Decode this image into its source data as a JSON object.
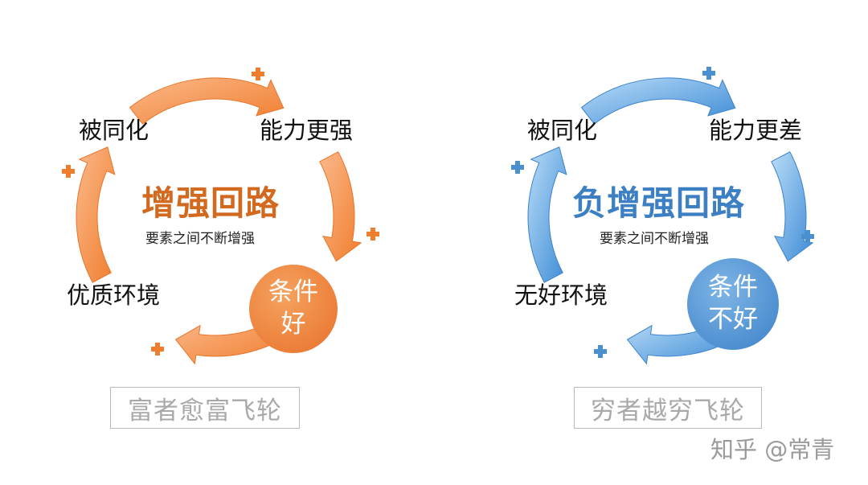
{
  "left_cycle": {
    "node_top_left": "被同化",
    "node_top_right": "能力更强",
    "node_bottom_left": "优质环境",
    "center_title": "增强回路",
    "center_subtitle": "要素之间不断增强",
    "circle_line1": "条件",
    "circle_line2": "好",
    "caption": "富者愈富飞轮",
    "color": "#ef7d2e"
  },
  "right_cycle": {
    "node_top_left": "被同化",
    "node_top_right": "能力更差",
    "node_bottom_left": "无好环境",
    "center_title": "负增强回路",
    "center_subtitle": "要素之间不断增强",
    "circle_line1": "条件",
    "circle_line2": "不好",
    "caption": "穷者越穷飞轮",
    "color": "#4a8fd0"
  },
  "watermark": "知乎 @常青",
  "icons": [
    "plus-icon",
    "curved-arrow-icon"
  ]
}
